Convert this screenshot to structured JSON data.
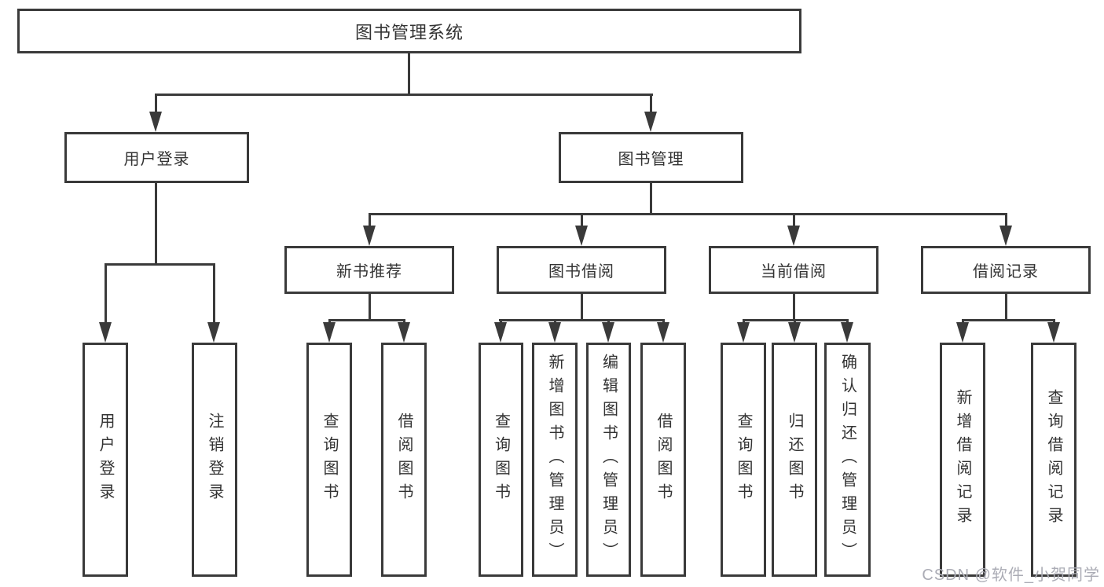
{
  "diagram": {
    "root": {
      "label": "图书管理系统"
    },
    "level2": [
      {
        "label": "用户登录"
      },
      {
        "label": "图书管理"
      }
    ],
    "level3": [
      {
        "label": "新书推荐"
      },
      {
        "label": "图书借阅"
      },
      {
        "label": "当前借阅"
      },
      {
        "label": "借阅记录"
      }
    ],
    "leaves": {
      "user": [
        {
          "label": "用户登录"
        },
        {
          "label": "注销登录"
        }
      ],
      "recommend": [
        {
          "label": "查询图书"
        },
        {
          "label": "借阅图书"
        }
      ],
      "borrow": [
        {
          "label": "查询图书"
        },
        {
          "label": "新增图书（管理员）"
        },
        {
          "label": "编辑图书（管理员）"
        },
        {
          "label": "借阅图书"
        }
      ],
      "current": [
        {
          "label": "查询图书"
        },
        {
          "label": "归还图书"
        },
        {
          "label": "确认归还（管理员）"
        }
      ],
      "records": [
        {
          "label": "新增借阅记录"
        },
        {
          "label": "查询借阅记录"
        }
      ]
    }
  },
  "watermark": "CSDN @软件_小贺同学",
  "colors": {
    "line": "#3a3a3a",
    "text": "#333333",
    "watermark": "#abacb5",
    "background": "#ffffff"
  }
}
